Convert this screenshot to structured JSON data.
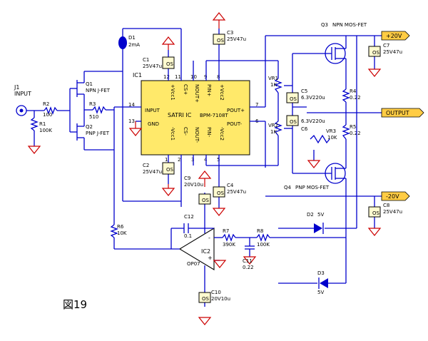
{
  "figure_label": "図19",
  "input": {
    "designator": "J1",
    "label": "INPUT"
  },
  "output_label": "OUTPUT",
  "rails": {
    "positive": "+20V",
    "negative": "-20V"
  },
  "colors": {
    "wire": "#0000cc",
    "ground": "#cc0000",
    "ic_fill": "#ffe96a",
    "rail_tag": "#ffcc44"
  },
  "ic1": {
    "designator": "IC1",
    "name": "SATRI IC",
    "part": "BPM-7108T",
    "pin_labels": {
      "input": "INPUT",
      "gnd": "GND",
      "vcc1_pos": "+Vcc1",
      "cs_pos": "CS+",
      "nout_pos": "NOUT+",
      "pin_pos": "PIN+",
      "vcc2_pos": "+Vcc2",
      "vcc1_neg": "-Vcc1",
      "cs_neg": "CS-",
      "nout_neg": "NOUT-",
      "pin_neg": "PIN-",
      "vcc2_neg": "-Vcc2",
      "pout_pos": "POUT+",
      "pout_neg": "POUT-"
    },
    "pin_numbers": {
      "p1": "1",
      "p2": "2",
      "p3": "3",
      "p4": "4",
      "p5": "5",
      "p6": "6",
      "p7": "7",
      "p8": "8",
      "p9": "9",
      "p10": "10",
      "p11": "11",
      "p12": "12",
      "p13": "13",
      "p14": "14"
    }
  },
  "ic2": {
    "designator": "IC2",
    "part": "OP07"
  },
  "components": {
    "d1": {
      "ref": "D1",
      "value": "2mA"
    },
    "c1": {
      "ref": "C1",
      "value": "25V47u"
    },
    "c2": {
      "ref": "C2",
      "value": "25V47u"
    },
    "c3": {
      "ref": "C3",
      "value": "25V47u"
    },
    "c4": {
      "ref": "C4",
      "value": "25V47u"
    },
    "c5": {
      "ref": "C5",
      "value": "6.3V220u"
    },
    "c6": {
      "ref": "C6",
      "value": "6.3V220u"
    },
    "c7": {
      "ref": "C7",
      "value": "25V47u"
    },
    "c8": {
      "ref": "C8",
      "value": "25V47u"
    },
    "c9": {
      "ref": "C9",
      "value": "20V10u"
    },
    "c10": {
      "ref": "C10",
      "value": "20V10u"
    },
    "c11": {
      "ref": "C11",
      "value": "0.22"
    },
    "c12": {
      "ref": "C12",
      "value": "0.1"
    },
    "r1": {
      "ref": "R1",
      "value": "100K"
    },
    "r2": {
      "ref": "R2",
      "value": "100"
    },
    "r3": {
      "ref": "R3",
      "value": "510"
    },
    "r4": {
      "ref": "R4",
      "value": "0.22"
    },
    "r5": {
      "ref": "R5",
      "value": "0.22"
    },
    "r6": {
      "ref": "R6",
      "value": "10K"
    },
    "r7": {
      "ref": "R7",
      "value": "390K"
    },
    "r8": {
      "ref": "R8",
      "value": "100K"
    },
    "vr1": {
      "ref": "VR1",
      "value": "1K"
    },
    "vr2": {
      "ref": "VR2",
      "value": "1K"
    },
    "vr3": {
      "ref": "VR3",
      "value": "10K"
    },
    "q1": {
      "ref": "Q1",
      "type": "NPN J-FET"
    },
    "q2": {
      "ref": "Q2",
      "type": "PNP J-FET"
    },
    "q3": {
      "ref": "Q3",
      "type": "NPN MOS-FET"
    },
    "q4": {
      "ref": "Q4",
      "type": "PNP MOS-FET"
    },
    "d2": {
      "ref": "D2",
      "value": "5V"
    },
    "d3": {
      "ref": "D3",
      "value": "5V"
    }
  },
  "cap_marks": {
    "plus": "+",
    "minus": "-",
    "os": "OS"
  }
}
